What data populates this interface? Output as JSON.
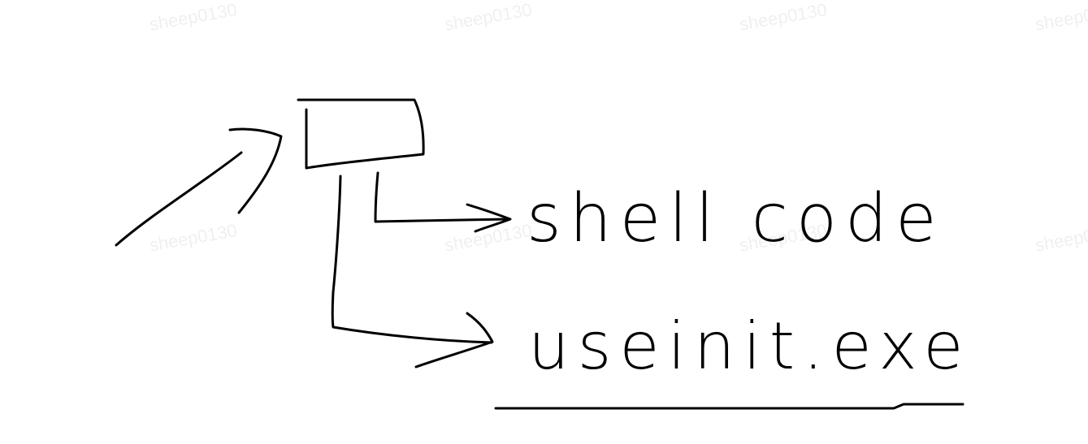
{
  "watermark": "sheep0130",
  "labels": {
    "top": "shell code",
    "bottom": "useinit.exe"
  }
}
